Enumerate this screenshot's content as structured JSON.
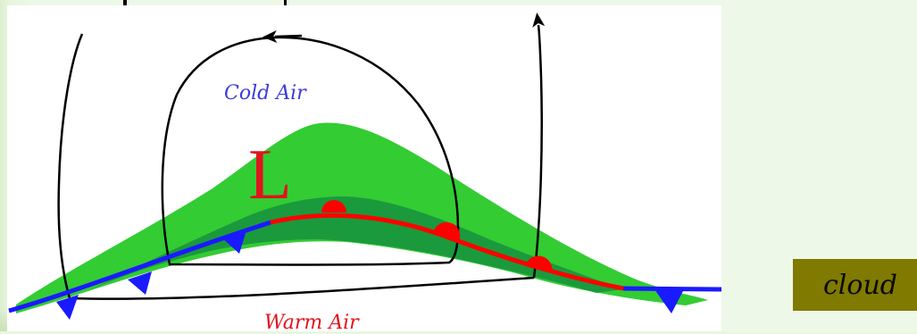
{
  "diagram": {
    "labels": {
      "cold_air": "Cold Air",
      "warm_air": "Warm Air",
      "low_pressure": "L"
    },
    "colors": {
      "cloud_light": "#33cc33",
      "cloud_dark": "#1a9a3c",
      "cold_front": "#1a1aff",
      "warm_front": "#ff0000",
      "airflow": "#000000",
      "cold_air_text": "#3b3bdc",
      "warm_air_text": "#e0141c"
    }
  },
  "legend": {
    "cloud_label": "cloud",
    "cloud_swatch_color": "#807a00"
  }
}
